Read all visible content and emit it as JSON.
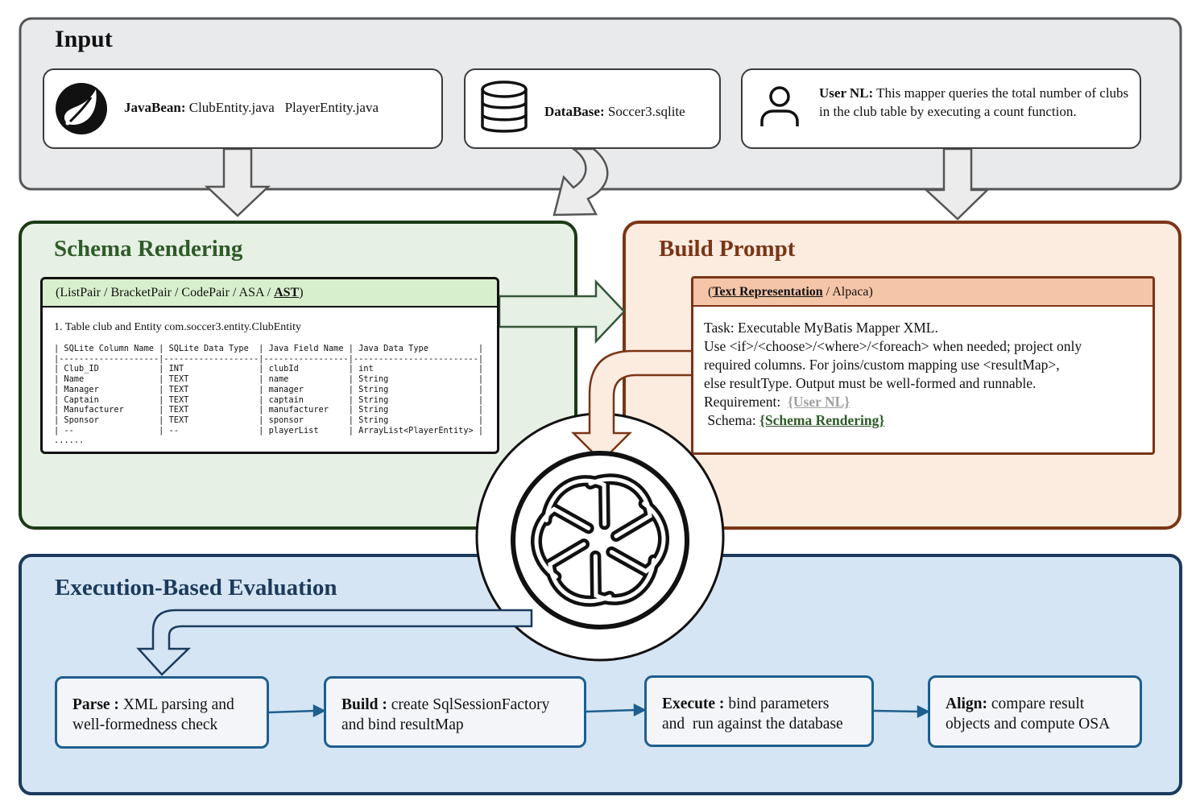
{
  "input": {
    "title": "Input",
    "javabean": {
      "label": "JavaBean:",
      "files": "ClubEntity.java   PlayerEntity.java"
    },
    "database": {
      "label": "DataBase:",
      "value": "Soccer3.sqlite"
    },
    "user_nl": {
      "label": "User NL:",
      "value": "This mapper queries the total number of clubs in the club table by executing a count function."
    }
  },
  "schema_rendering": {
    "title": "Schema Rendering",
    "options": {
      "open": "(",
      "rest": "ListPair / BracketPair / CodePair / ASA / ",
      "selected": "AST",
      "close": ")"
    },
    "entity_line": "1. Table club and Entity com.soccer3.entity.ClubEntity",
    "table_text": "| SQLite Column Name | SQLite Data Type  | Java Field Name | Java Data Type          |\n|--------------------|-------------------|-----------------|-------------------------|\n| Club_ID            | INT               | clubId          | int                     |\n| Name               | TEXT              | name            | String                  |\n| Manager            | TEXT              | manager         | String                  |\n| Captain            | TEXT              | captain         | String                  |\n| Manufacturer       | TEXT              | manufacturer    | String                  |\n| Sponsor            | TEXT              | sponsor         | String                  |\n| --                 | --                | playerList      | ArrayList<PlayerEntity> |\n......"
  },
  "build_prompt": {
    "title": "Build Prompt",
    "options": {
      "open": "(",
      "selected": "Text Representation",
      "rest": " / Alpaca",
      "close": ")"
    },
    "task_lines": [
      "Task: Executable MyBatis Mapper XML.",
      "Use <if>/<choose>/<where>/<foreach> when needed; project only",
      "required columns. For joins/custom mapping use <resultMap>,",
      "else resultType. Output must be well-formed and runnable."
    ],
    "requirement_label": "Requirement: ",
    "requirement_value": "{User NL}",
    "schema_label": " Schema: ",
    "schema_value": "{Schema Rendering}"
  },
  "execution": {
    "title": "Execution-Based Evaluation",
    "steps": [
      {
        "label": "Parse :",
        "line1": " XML parsing and",
        "line2": "well-formedness check"
      },
      {
        "label": "Build :",
        "line1": " create SqlSessionFactory",
        "line2": "and bind resultMap"
      },
      {
        "label": "Execute :",
        "line1": " bind parameters",
        "line2": "and  run against the database"
      },
      {
        "label": "Align:",
        "line1": " compare result",
        "line2": "objects and compute OSA"
      }
    ]
  },
  "colors": {
    "input_bg": "#e9eaec",
    "schema_bg": "#e7f0e4",
    "schema_border": "#1d3a17",
    "schema_head": "#d7efcd",
    "prompt_bg": "#fcece0",
    "prompt_border": "#7a3516",
    "prompt_head": "#f5c5a8",
    "exec_bg": "#d5e5f4",
    "exec_border": "#1b3a5c",
    "step_border": "#1d5f8e",
    "placeholder_gray": "#a0a0a0",
    "schema_link": "#2e5b28"
  },
  "icons": [
    "spring-leaf-icon",
    "database-icon",
    "user-icon",
    "llm-logo-icon"
  ]
}
